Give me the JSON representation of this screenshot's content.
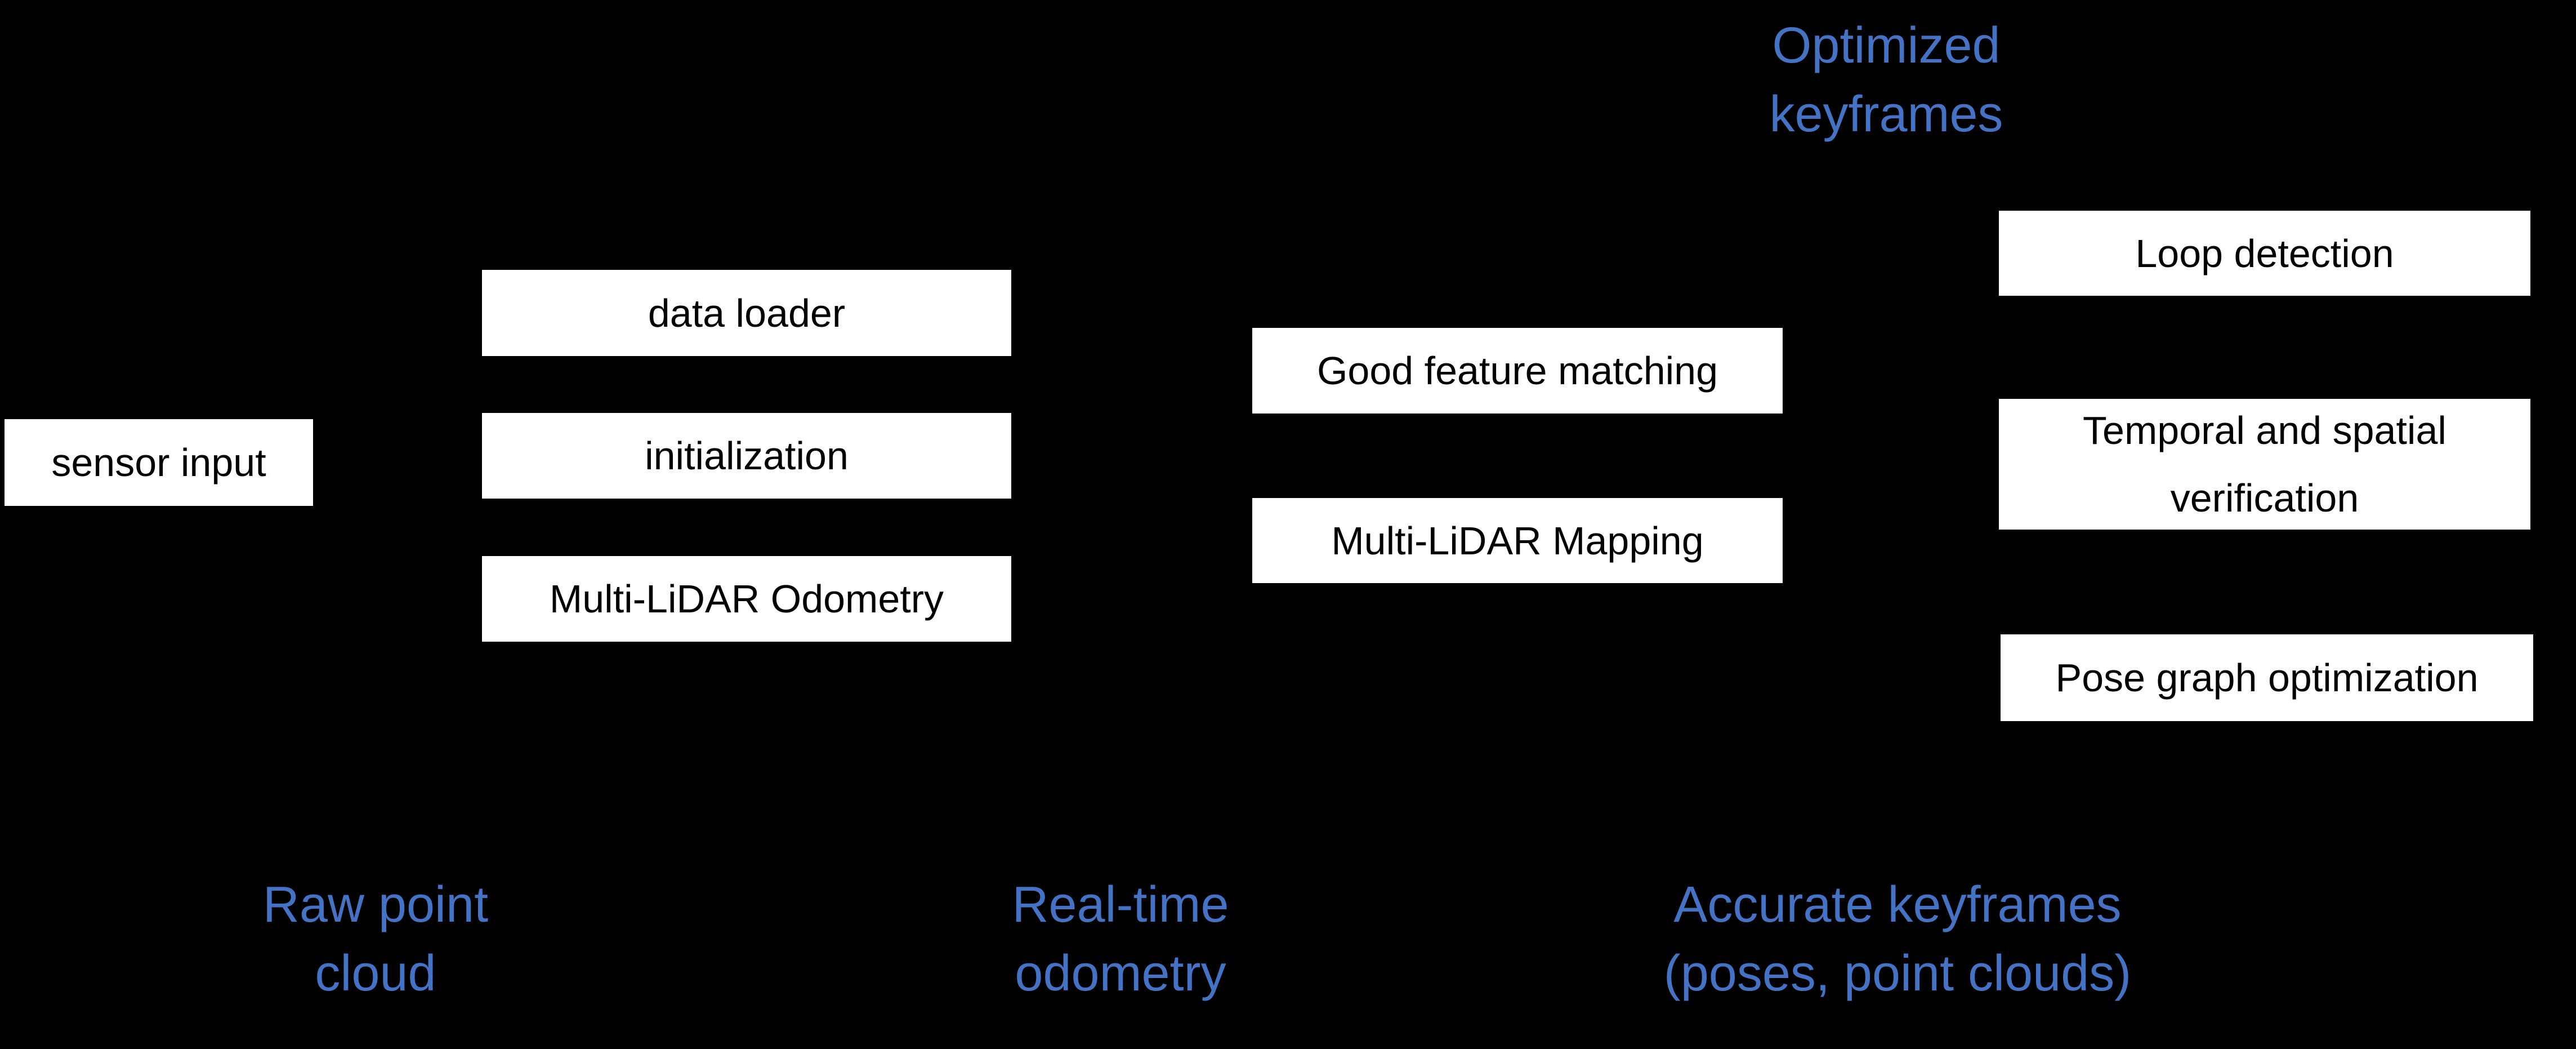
{
  "diagram": {
    "background_color": "#000000",
    "box_background_color": "#ffffff",
    "box_text_color": "#000000",
    "caption_text_color": "#4472C4",
    "boxes": [
      {
        "label": "sensor input"
      },
      {
        "label": "data loader"
      },
      {
        "label": "initialization"
      },
      {
        "label": "Multi-LiDAR Odometry"
      },
      {
        "label": "Good feature matching"
      },
      {
        "label": "Multi-LiDAR Mapping"
      },
      {
        "label": "Loop detection"
      },
      {
        "label": "Temporal and spatial verification"
      },
      {
        "label": "Pose graph optimization"
      }
    ],
    "captions": [
      {
        "lines": [
          "Optimized",
          "keyframes"
        ]
      },
      {
        "lines": [
          "Raw point",
          "cloud"
        ]
      },
      {
        "lines": [
          "Real-time",
          "odometry"
        ]
      },
      {
        "lines": [
          "Accurate keyframes",
          "(poses, point clouds)"
        ]
      }
    ]
  }
}
